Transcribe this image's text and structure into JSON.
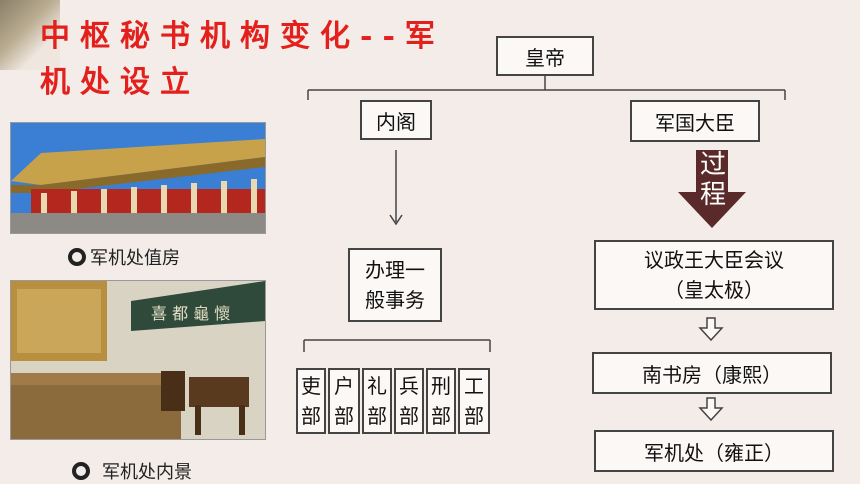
{
  "title": "中枢秘书机构变化--军机处设立",
  "captions": {
    "photo1": "军机处值房",
    "photo2": "军机处内景"
  },
  "photo2_sign": "喜 都 龜 懷",
  "diagram": {
    "emperor": "皇帝",
    "neige": "内阁",
    "junguo": "军国大臣",
    "process_arrow": "过程",
    "banli": "办理一\n般事务",
    "ministries": [
      "吏\n部",
      "户\n部",
      "礼\n部",
      "兵\n部",
      "刑\n部",
      "工\n部"
    ],
    "yizheng": "议政王大臣会议\n（皇太极）",
    "nanshufang": "南书房（康熙）",
    "junjichu": "军机处（雍正）"
  },
  "colors": {
    "title": "#e3201b",
    "process_arrow": "#5a2a2a"
  }
}
